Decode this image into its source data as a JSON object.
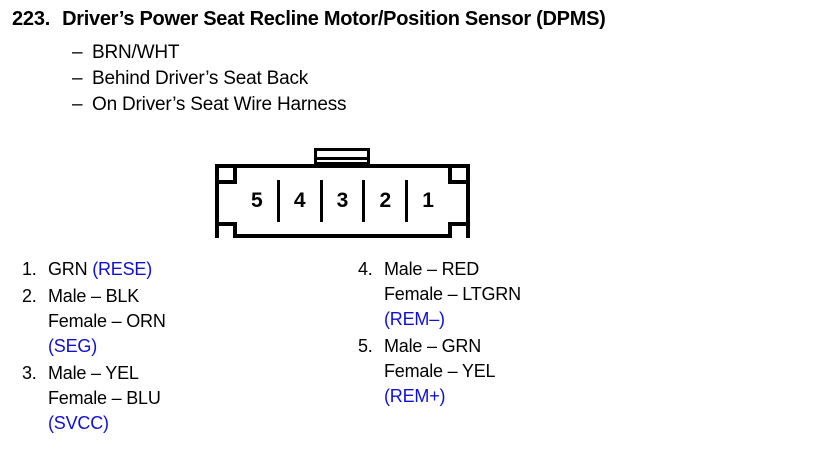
{
  "heading": {
    "number": "223.",
    "text": "Driver’s Power Seat Recline Motor/Position Sensor (DPMS)"
  },
  "bullets": [
    {
      "dash": "–",
      "text": "BRN/WHT"
    },
    {
      "dash": "–",
      "text": "Behind Driver’s Seat Back"
    },
    {
      "dash": "–",
      "text": "On Driver’s Seat Wire Harness"
    }
  ],
  "connector": {
    "pins": [
      "5",
      "4",
      "3",
      "2",
      "1"
    ]
  },
  "pin_list_left": [
    {
      "num": "1.",
      "lines": [
        {
          "plain": "GRN ",
          "blue": "(RESE)"
        }
      ]
    },
    {
      "num": "2.",
      "lines": [
        {
          "plain": "Male – BLK",
          "blue": ""
        },
        {
          "plain": "Female – ORN",
          "blue": ""
        },
        {
          "plain": "",
          "blue": "(SEG)"
        }
      ]
    },
    {
      "num": "3.",
      "lines": [
        {
          "plain": "Male – YEL",
          "blue": ""
        },
        {
          "plain": "Female – BLU",
          "blue": ""
        },
        {
          "plain": "",
          "blue": "(SVCC)"
        }
      ]
    }
  ],
  "pin_list_right": [
    {
      "num": "4.",
      "lines": [
        {
          "plain": "Male – RED",
          "blue": ""
        },
        {
          "plain": "Female – LTGRN",
          "blue": ""
        },
        {
          "plain": "",
          "blue": "(REM–)"
        }
      ]
    },
    {
      "num": "5.",
      "lines": [
        {
          "plain": "Male – GRN",
          "blue": ""
        },
        {
          "plain": "Female – YEL",
          "blue": ""
        },
        {
          "plain": "",
          "blue": "(REM+)"
        }
      ]
    }
  ],
  "colors": {
    "code_blue": "#1111cc",
    "text_black": "#000000"
  }
}
